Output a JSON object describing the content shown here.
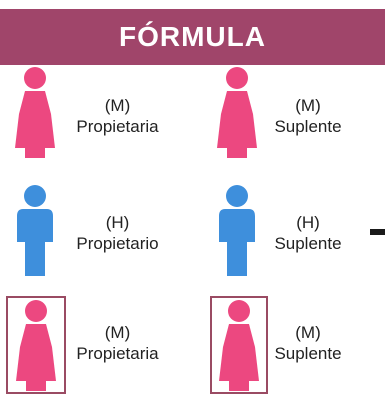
{
  "header": {
    "title": "FÓRMULA",
    "background": "#a0456a"
  },
  "colors": {
    "woman": "#ec4880",
    "man": "#3e8fdc",
    "frame": "#9a4b63"
  },
  "rows": [
    {
      "left": {
        "gender": "woman-icon",
        "code": "(M)",
        "role": "Propietaria"
      },
      "right": {
        "gender": "woman-icon",
        "code": "(M)",
        "role": "Suplente"
      }
    },
    {
      "left": {
        "gender": "man-icon",
        "code": "(H)",
        "role": "Propietario"
      },
      "right": {
        "gender": "man-icon",
        "code": "(H)",
        "role": "Suplente"
      }
    },
    {
      "left": {
        "gender": "woman-icon",
        "code": "(M)",
        "role": "Propietaria"
      },
      "right": {
        "gender": "woman-icon",
        "code": "(M)",
        "role": "Suplente"
      }
    }
  ]
}
